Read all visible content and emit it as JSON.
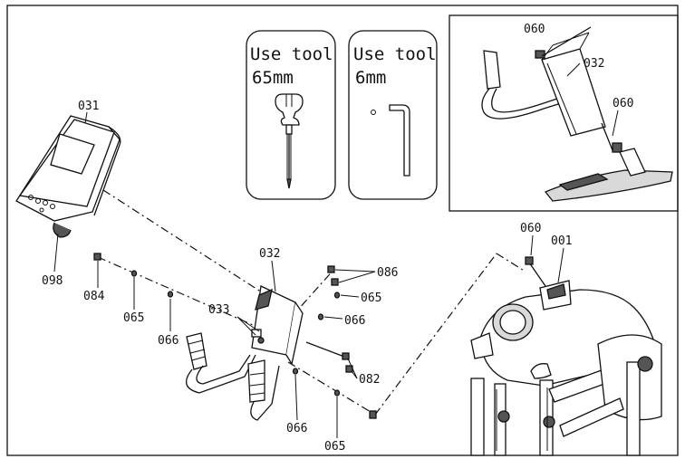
{
  "tools": [
    {
      "caption_line1": "Use tool",
      "caption_line2": "65mm",
      "icon": "screwdriver-icon"
    },
    {
      "caption_line1": "Use tool",
      "caption_line2": "6mm",
      "icon": "hex-key-icon"
    }
  ],
  "callouts": {
    "c031": "031",
    "c098": "098",
    "c084": "084",
    "c065a": "065",
    "c066a": "066",
    "c032": "032",
    "c033": "033",
    "c086": "086",
    "c065b": "065",
    "c066b": "066",
    "c082": "082",
    "c066c": "066",
    "c065c": "065",
    "c060a": "060",
    "c001": "001",
    "inset_c060a": "060",
    "inset_c032": "032",
    "inset_c060b": "060"
  },
  "colors": {
    "line": "#111111",
    "background": "#ffffff",
    "shade": "#d9d9d9"
  }
}
